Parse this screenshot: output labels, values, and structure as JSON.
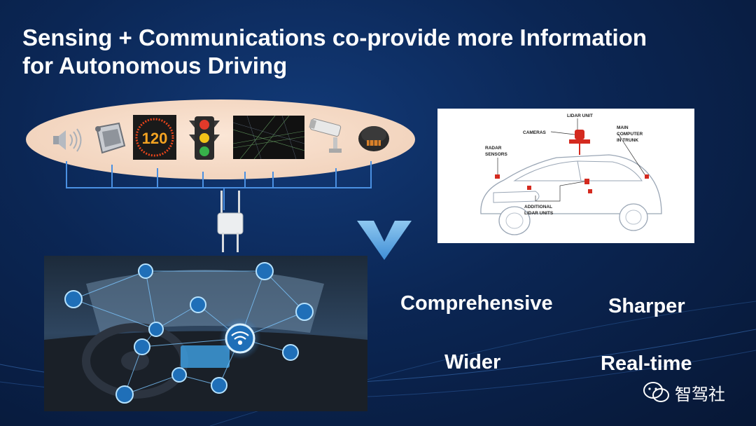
{
  "slide": {
    "title_line1": "Sensing + Communications co-provide more Information",
    "title_line2": "for Autonomous Driving"
  },
  "sign": {
    "speed_limit": "120"
  },
  "car_diagram": {
    "lidar_unit": "LIDAR UNIT",
    "cameras": "CAMERAS",
    "main_computer_1": "MAIN",
    "main_computer_2": "COMPUTER",
    "main_computer_3": "IN TRUNK",
    "radar_1": "RADAR",
    "radar_2": "SENSORS",
    "additional_1": "ADDITIONAL",
    "additional_2": "LIDAR UNITS"
  },
  "benefits": {
    "comprehensive": "Comprehensive",
    "sharper": "Sharper",
    "wider": "Wider",
    "realtime": "Real-time"
  },
  "watermark": {
    "text": "智驾社"
  },
  "icons": [
    "speaker-icon",
    "sensor-device-icon",
    "speed-sign-icon",
    "traffic-light-icon",
    "3d-map-icon",
    "cctv-camera-icon",
    "radar-puck-icon",
    "access-point-icon",
    "chevron-down-icon",
    "wifi-icon"
  ],
  "colors": {
    "background": "#0b2654",
    "ellipse": "#f1d2bb",
    "connector": "#4a90e2",
    "arrow": "#5aa6e6",
    "text": "#ffffff"
  }
}
